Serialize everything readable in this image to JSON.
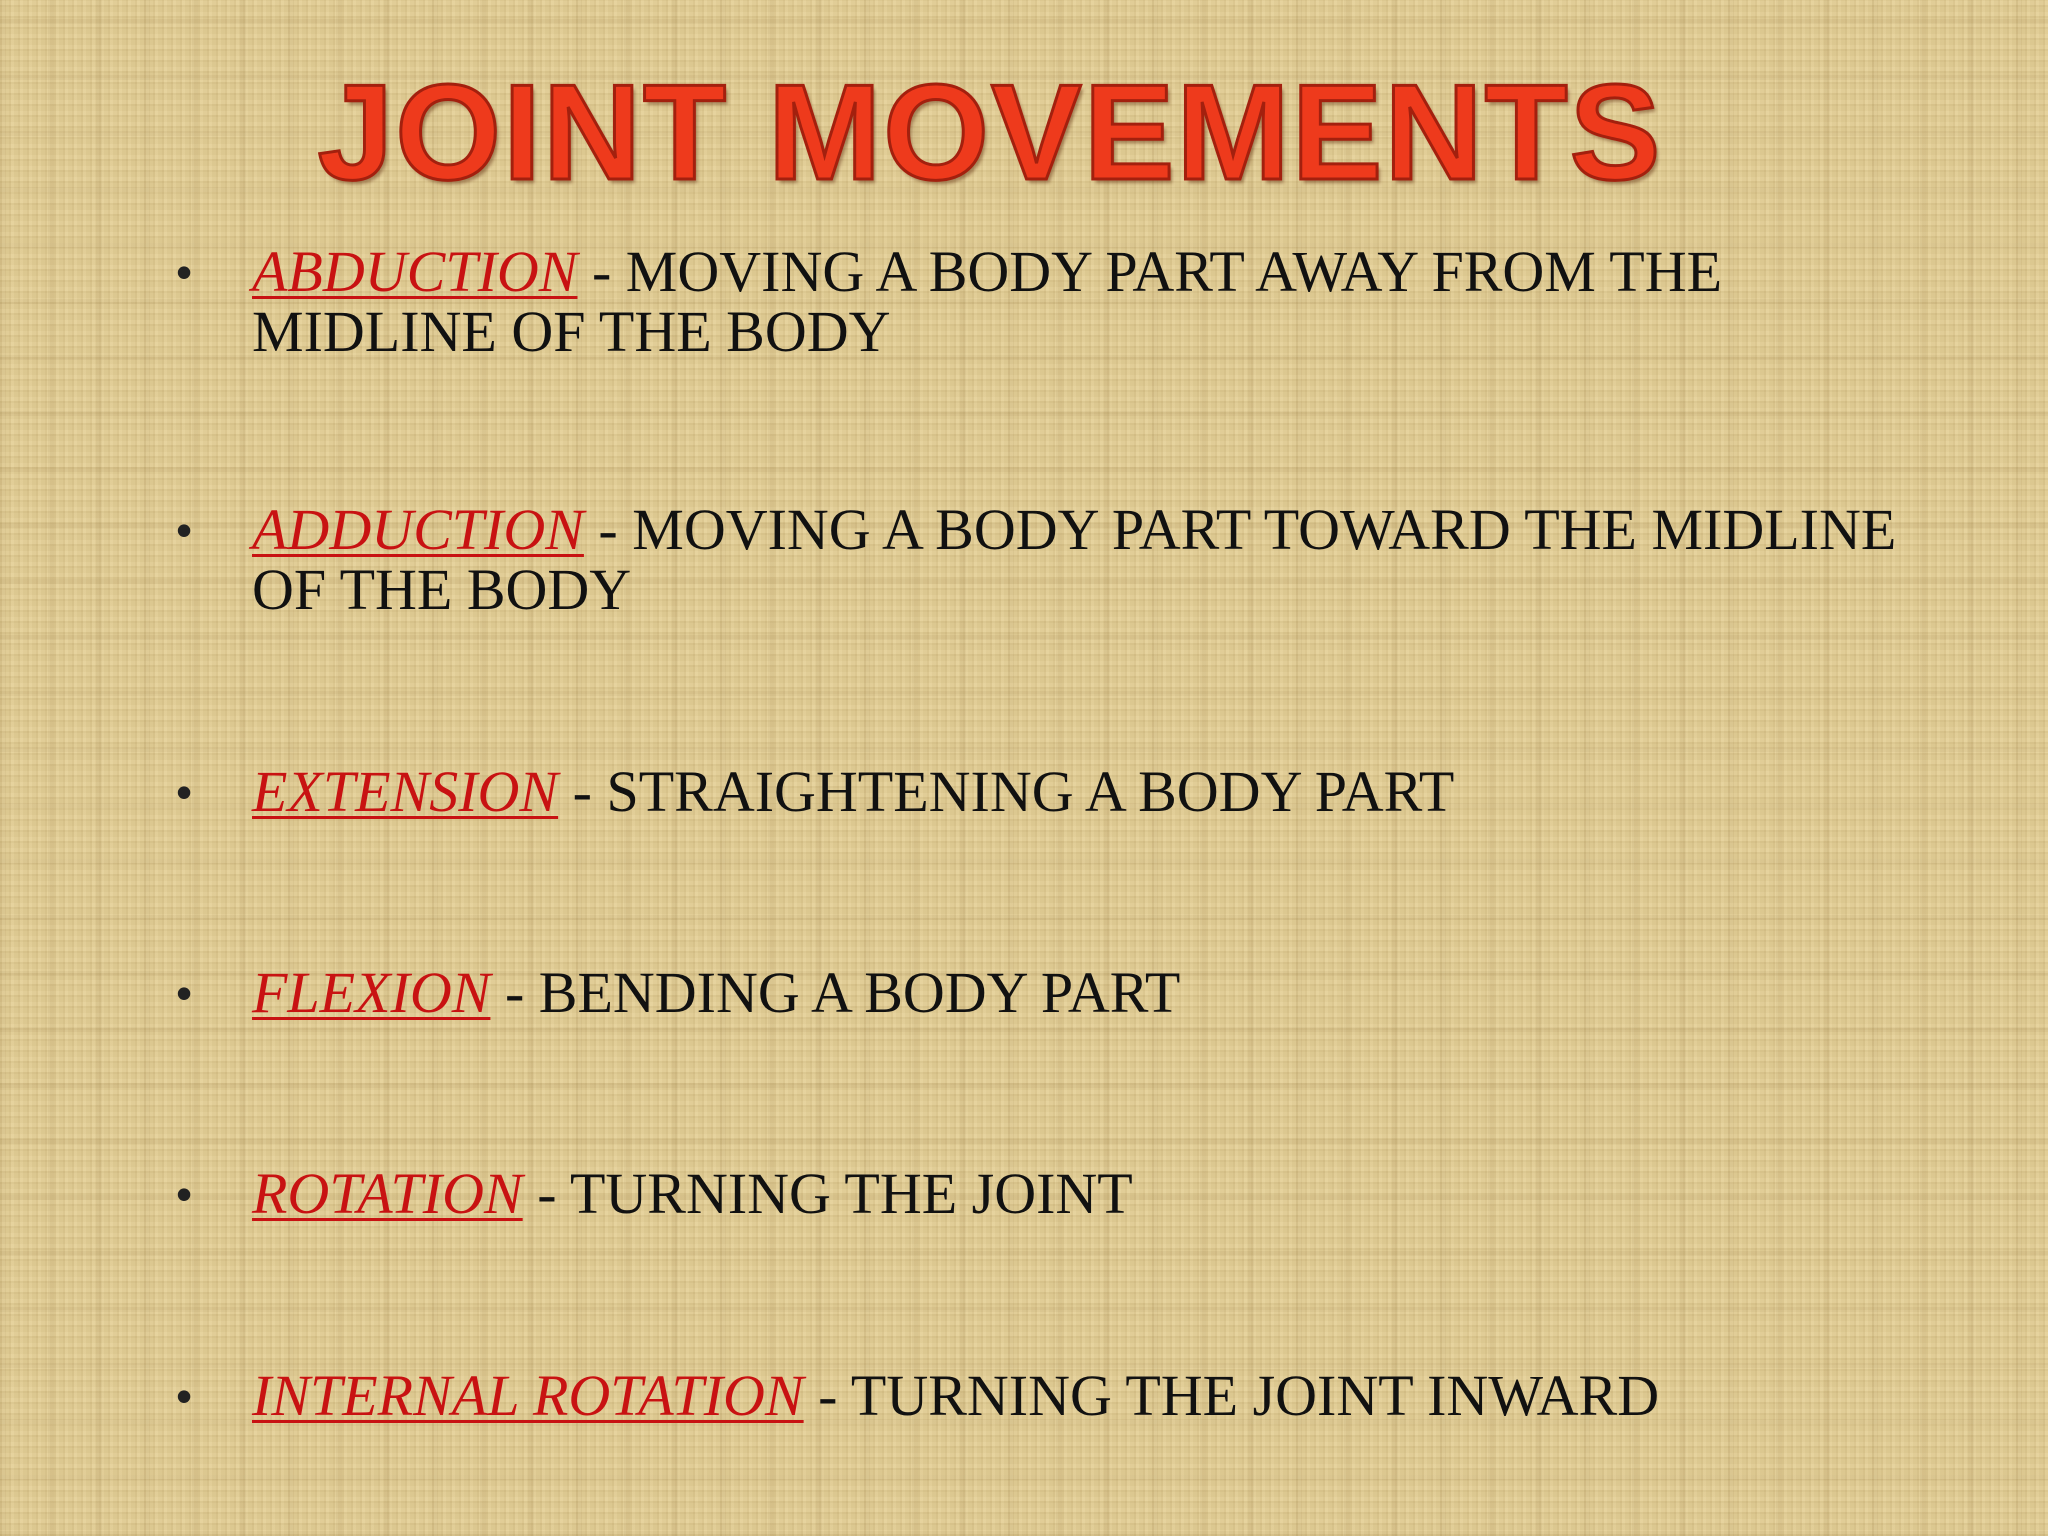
{
  "slide": {
    "title": "JOINT MOVEMENTS",
    "items": [
      {
        "bullet": "•",
        "term": "ABDUCTION",
        "separator": " - ",
        "definition": "MOVING A BODY PART AWAY FROM THE MIDLINE OF THE BODY"
      },
      {
        "bullet": "•",
        "term": "ADDUCTION",
        "separator": " - ",
        "definition": "MOVING A BODY PART TOWARD THE MIDLINE OF THE BODY"
      },
      {
        "bullet": "•",
        "term": "EXTENSION",
        "separator": " - ",
        "definition": "STRAIGHTENING A BODY PART"
      },
      {
        "bullet": "•",
        "term": "FLEXION",
        "separator": " - ",
        "definition": "BENDING A BODY PART"
      },
      {
        "bullet": "•",
        "term": "ROTATION",
        "separator": " - ",
        "definition": "TURNING THE JOINT"
      },
      {
        "bullet": "•",
        "term": "INTERNAL ROTATION",
        "separator": " - ",
        "definition": "TURNING THE JOINT INWARD"
      }
    ]
  },
  "colors": {
    "title": "#ee3a1c",
    "term": "#c81212",
    "text": "#111111",
    "background": "#e3cf98"
  }
}
